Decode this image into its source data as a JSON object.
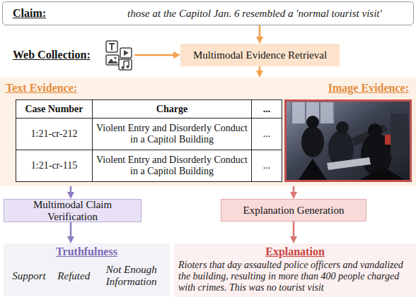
{
  "diagram": {
    "nodes": [
      {
        "text": [
          "Claim:",
          "those at the Capitol Jan. 6 resembled a 'normal tourist visit'"
        ]
      },
      {
        "text": [
          "Web Collection:"
        ]
      },
      {
        "text": [
          "Multimodal Evidence Retrieval"
        ]
      },
      {
        "text": [
          "Text Evidence:",
          "Image Evidence:"
        ]
      },
      {
        "text": [
          "Multimodal Claim Verification"
        ]
      },
      {
        "text": [
          "Explanation Generation"
        ]
      },
      {
        "text": [
          "Truthfulness",
          "Support",
          "Refuted",
          "Not Enough Information"
        ]
      },
      {
        "text": [
          "Explanation",
          "Rioters that day assaulted police officers and vandalized the building, resulting in more than 400 people charged with crimes. This was no tourist visit"
        ]
      }
    ],
    "edges": [
      {
        "from": 0,
        "to": 2,
        "arrow": "to"
      },
      {
        "from": 1,
        "to": 2,
        "arrow": "to"
      },
      {
        "from": 2,
        "to": 3,
        "arrow": "to"
      },
      {
        "from": 3,
        "to": 4,
        "arrow": "to"
      },
      {
        "from": 3,
        "to": 5,
        "arrow": "to"
      },
      {
        "from": 4,
        "to": 6,
        "arrow": "to"
      },
      {
        "from": 5,
        "to": 7,
        "arrow": "to"
      }
    ],
    "labels": [
      "Case Number",
      "Charge",
      "...",
      "1:21-cr-212",
      "Violent Entry and Disorderly Conduct in a Capitol Building",
      "...",
      "1:21-cr-115",
      "Violent Entry and Disorderly Conduct in a Capitol Building",
      "..."
    ]
  }
}
